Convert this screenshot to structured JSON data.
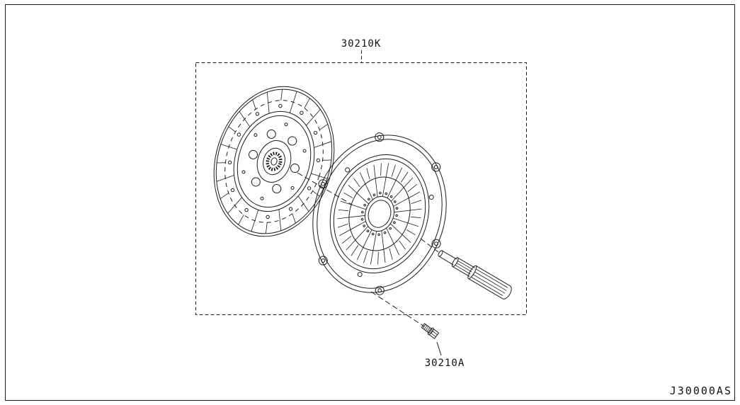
{
  "diagram": {
    "kit_label": "30210K",
    "bolt_label": "30210A",
    "sheet_code": "J30000AS",
    "ink_color": "#1c1c1c",
    "background_color": "#ffffff"
  }
}
